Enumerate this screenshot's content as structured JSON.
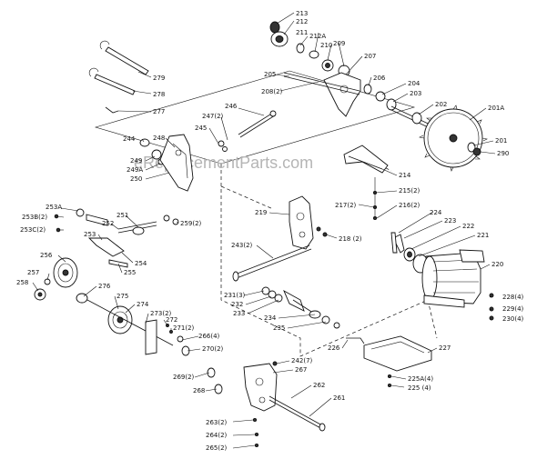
{
  "watermark": "eReplacementParts.com",
  "labels": {
    "p213": "213",
    "p212": "212",
    "p212A": "212A",
    "p211": "211",
    "p210": "210",
    "p209": "209",
    "p207": "207",
    "p206": "206",
    "p205": "205",
    "p208": "208(2)",
    "p204": "204",
    "p203": "203",
    "p202": "202",
    "p201A": "201A",
    "p201": "201",
    "p290": "290",
    "p279": "279",
    "p278": "278",
    "p277": "277",
    "p246": "246",
    "p247": "247(2)",
    "p245": "245",
    "p244": "244",
    "p248": "248",
    "p249": "249",
    "p249A": "249A",
    "p250": "250",
    "p214": "214",
    "p215": "215(2)",
    "p217": "217(2)",
    "p216": "216(2)",
    "p224": "224",
    "p223": "223",
    "p222": "222",
    "p221": "221",
    "p220": "220",
    "p253A": "253A",
    "p253B": "253B(2)",
    "p253C": "253C(2)",
    "p251": "251",
    "p252": "252",
    "p253": "253",
    "p254": "254",
    "p255": "255",
    "p259": "259(2)",
    "p219": "219",
    "p218": "218 (2)",
    "p243": "243(2)",
    "p256": "256",
    "p257": "257",
    "p258": "258",
    "p276": "276",
    "p275": "275",
    "p274": "274",
    "p273": "273(2)",
    "p272": "272",
    "p271": "271(2)",
    "p231": "231(3)",
    "p232": "232",
    "p233": "233",
    "p234": "234",
    "p235": "235",
    "p228": "228(4)",
    "p229": "229(4)",
    "p230": "230(4)",
    "p226": "226",
    "p227": "227",
    "p266": "266(4)",
    "p270": "270(2)",
    "p242": "242(7)",
    "p267": "267",
    "p269": "269(2)",
    "p268": "268",
    "p262": "262",
    "p261": "261",
    "p225A": "225A(4)",
    "p225": "225 (4)",
    "p263": "263(2)",
    "p264": "264(2)",
    "p265": "265(2)"
  }
}
